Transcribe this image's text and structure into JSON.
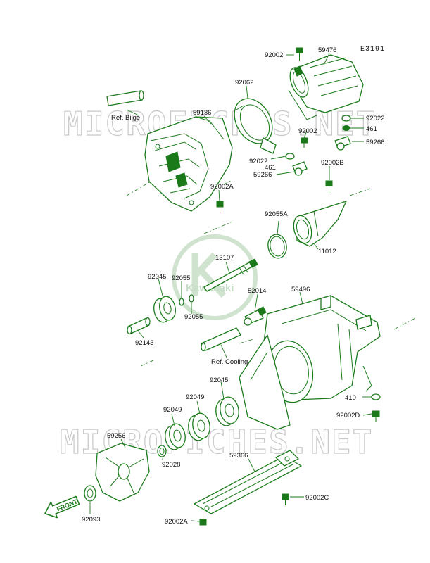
{
  "diagram_code": "E3191",
  "watermark_text": "MICROFICHES.NET",
  "watermark_logo_text": "Kawasaki",
  "front_arrow_label": "FRONT",
  "refs": {
    "bilge": "Ref. Bilge",
    "cooling": "Ref. Cooling"
  },
  "labels": {
    "p92002_top": "92002",
    "p59476": "59476",
    "p92062": "92062",
    "p59136": "59136",
    "p92022_r": "92022",
    "p461_r": "461",
    "p92002_mid": "92002",
    "p59266_r": "59266",
    "p92022_l": "92022",
    "p461_l": "461",
    "p59266_l": "59266",
    "p92002B": "92002B",
    "p92002A_top": "92002A",
    "p92055A": "92055A",
    "p11012": "11012",
    "p13107": "13107",
    "p92045_top": "92045",
    "p92055_a": "92055",
    "p92055_b": "92055",
    "p52014": "52014",
    "p59496": "59496",
    "p92143": "92143",
    "p410": "410",
    "p92002D": "92002D",
    "p92045_low": "92045",
    "p92049_a": "92049",
    "p92049_b": "92049",
    "p59256": "59256",
    "p92028": "92028",
    "p59366": "59366",
    "p92002C": "92002C",
    "p92093": "92093",
    "p92002A_bot": "92002A"
  },
  "colors": {
    "line_art": "#1a7a1a",
    "labels": "#111111",
    "watermark": "#c9c9c9",
    "logo": "#c6ddc6"
  }
}
